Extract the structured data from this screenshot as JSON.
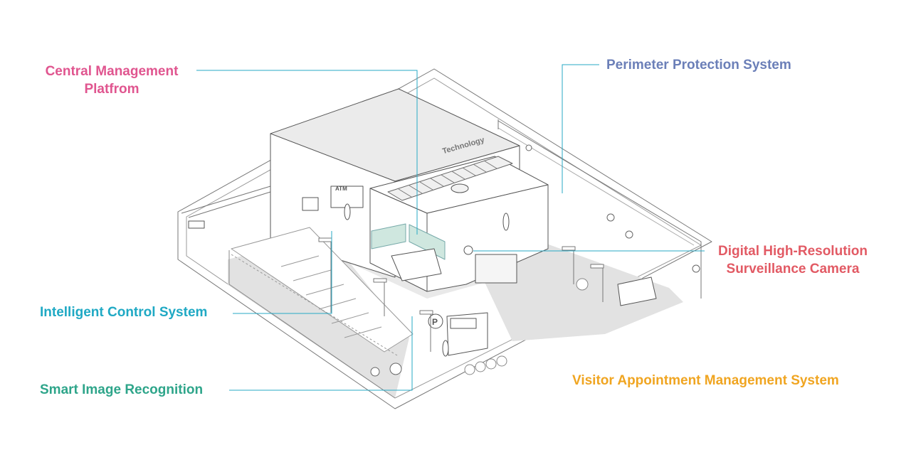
{
  "labels": {
    "central_management": {
      "line1": "Central Management",
      "line2": "Platfrom",
      "color": "#e0558f"
    },
    "perimeter_protection": {
      "text": "Perimeter Protection System",
      "color": "#6b7fb8"
    },
    "digital_camera": {
      "line1": "Digital High-Resolution",
      "line2": "Surveillance Camera",
      "color": "#e25a64"
    },
    "intelligent_control": {
      "text": "Intelligent Control System",
      "color": "#1fa9c4"
    },
    "smart_image": {
      "text": "Smart Image Recognition",
      "color": "#2ea58a"
    },
    "visitor_appointment": {
      "text": "Visitor Appointment Management System",
      "color": "#f0a521"
    }
  },
  "signs": {
    "building": "Technology",
    "atm": "ATM",
    "parking": "P"
  },
  "leader_color": "#27a9c6"
}
